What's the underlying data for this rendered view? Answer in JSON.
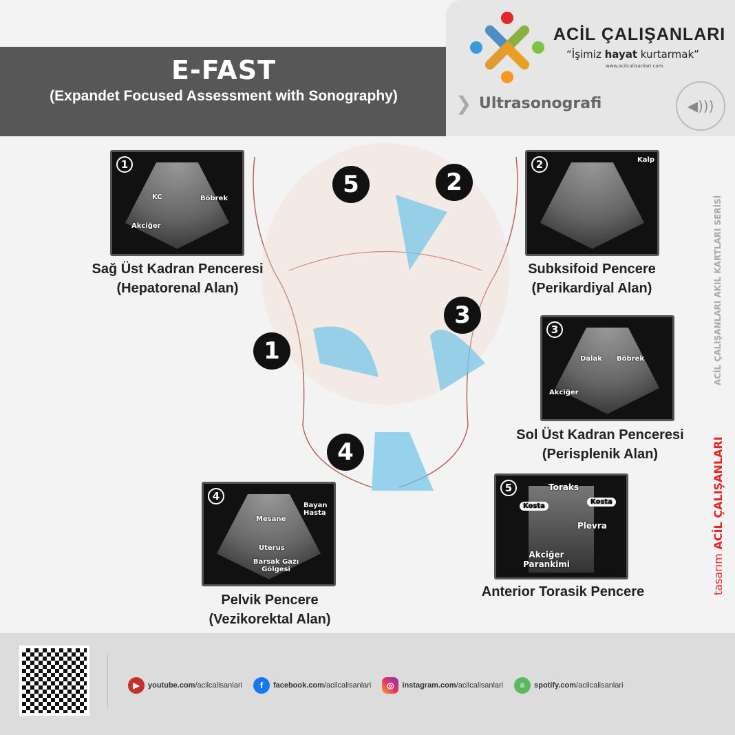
{
  "header": {
    "title": "E-FAST",
    "subtitle": "(Expandet Focused Assessment with Sonography)"
  },
  "brand": {
    "name": "ACİL ÇALIŞANLARI",
    "slogan_pre": "“İşimiz ",
    "slogan_bold": "hayat",
    "slogan_post": " kurtarmak”",
    "website": "www.acilcalisanlari.com",
    "section": "Ultrasonografi",
    "section_icon": "ultrasound-probe-icon"
  },
  "colors": {
    "header_dark": "#575757",
    "panel_bg": "#111111",
    "probe_beam": "#6fc3ea",
    "logo": [
      "#e5252b",
      "#3a9ad9",
      "#7dc242",
      "#f39a1e"
    ]
  },
  "windows": [
    {
      "num": "1",
      "labels": [
        "KC",
        "Böbrek",
        "Akciğer"
      ],
      "title": "Sağ Üst Kadran Penceresi",
      "subtitle": "(Hepatorenal Alan)"
    },
    {
      "num": "2",
      "labels": [
        "Kalp"
      ],
      "title": "Subksifoid Pencere",
      "subtitle": "(Perikardiyal Alan)"
    },
    {
      "num": "3",
      "labels": [
        "Dalak",
        "Böbrek",
        "Akciğer"
      ],
      "title": "Sol Üst Kadran Penceresi",
      "subtitle": "(Perisplenik Alan)"
    },
    {
      "num": "4",
      "labels": [
        "Mesane",
        "Bayan Hasta",
        "Uterus",
        "Barsak Gazı Gölgesi"
      ],
      "title": "Pelvik Pencere",
      "subtitle": "(Vezikorektal Alan)"
    },
    {
      "num": "5",
      "labels": [
        "Toraks",
        "Kosta",
        "Kosta",
        "Plevra",
        "Akciğer Parankimi"
      ],
      "title": "Anterior Torasik Pencere"
    }
  ],
  "side": {
    "series": "ACİL ÇALIŞANLARI AKIL KARTLARI SERİSİ",
    "design_pre": "tasarım",
    "design_brand": "ACİL ÇALIŞANLARI"
  },
  "footer": {
    "social": [
      {
        "icon": "youtube-icon",
        "domain": "youtube.com",
        "handle": "/acilcalisanlari"
      },
      {
        "icon": "facebook-icon",
        "domain": "facebook.com",
        "handle": "/acilcalisanlari"
      },
      {
        "icon": "instagram-icon",
        "domain": "instagram.com",
        "handle": "/acilcalisanlari"
      },
      {
        "icon": "spotify-icon",
        "domain": "spotify.com",
        "handle": "/acilcalisanlari"
      }
    ]
  }
}
